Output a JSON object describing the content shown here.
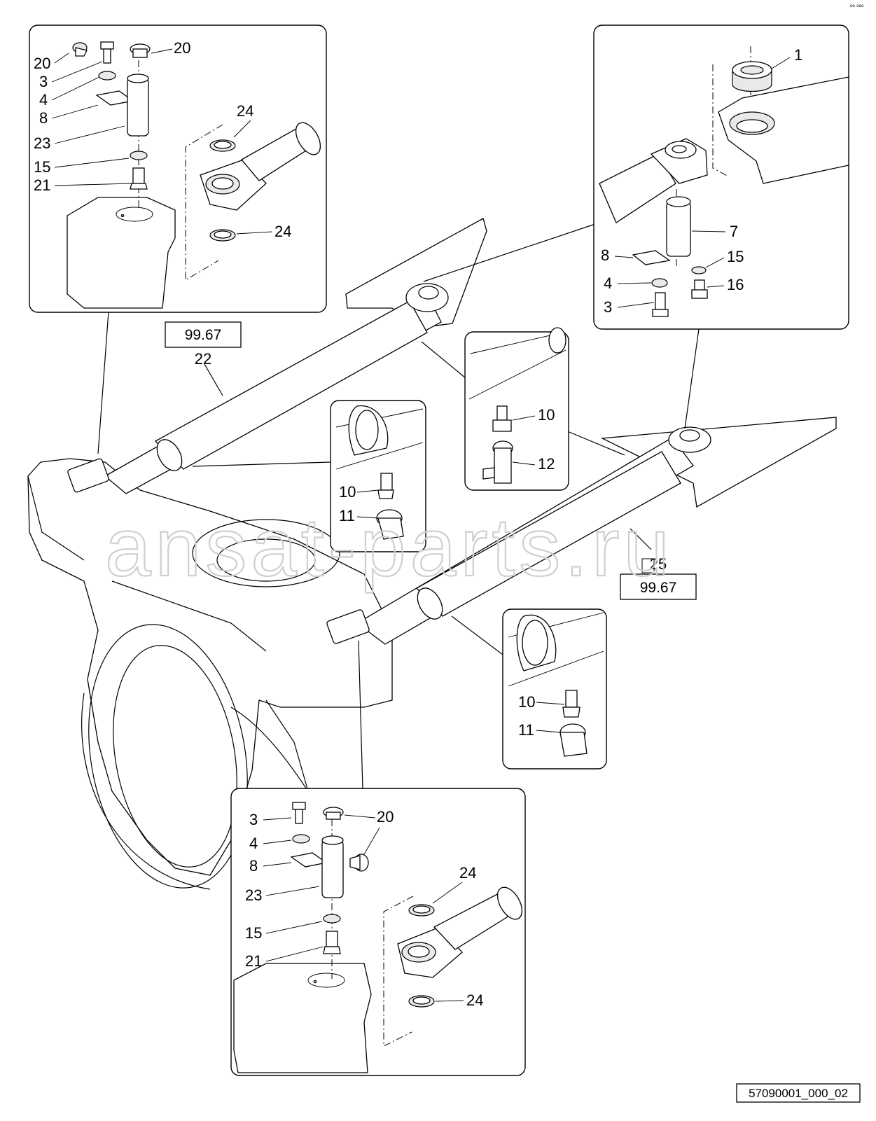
{
  "watermark": "ansat-parts.ru",
  "drawing_number": "57090001_000_02",
  "corner_mark": "ᵒᵒ ᵒᵒᵒ",
  "reference_boxes": [
    {
      "ref": "99.67",
      "item": "22"
    },
    {
      "ref": "99.67",
      "item": "25"
    }
  ],
  "callouts": {
    "tl": [
      "20",
      "20",
      "3",
      "4",
      "8",
      "23",
      "15",
      "21",
      "24",
      "24"
    ],
    "tr": [
      "1",
      "7",
      "8",
      "15",
      "4",
      "16",
      "3"
    ],
    "mc": [
      "10",
      "11"
    ],
    "mr": [
      "10",
      "12"
    ],
    "br": [
      "10",
      "11"
    ],
    "bc": [
      "3",
      "20",
      "4",
      "8",
      "23",
      "15",
      "21",
      "24",
      "24"
    ]
  }
}
